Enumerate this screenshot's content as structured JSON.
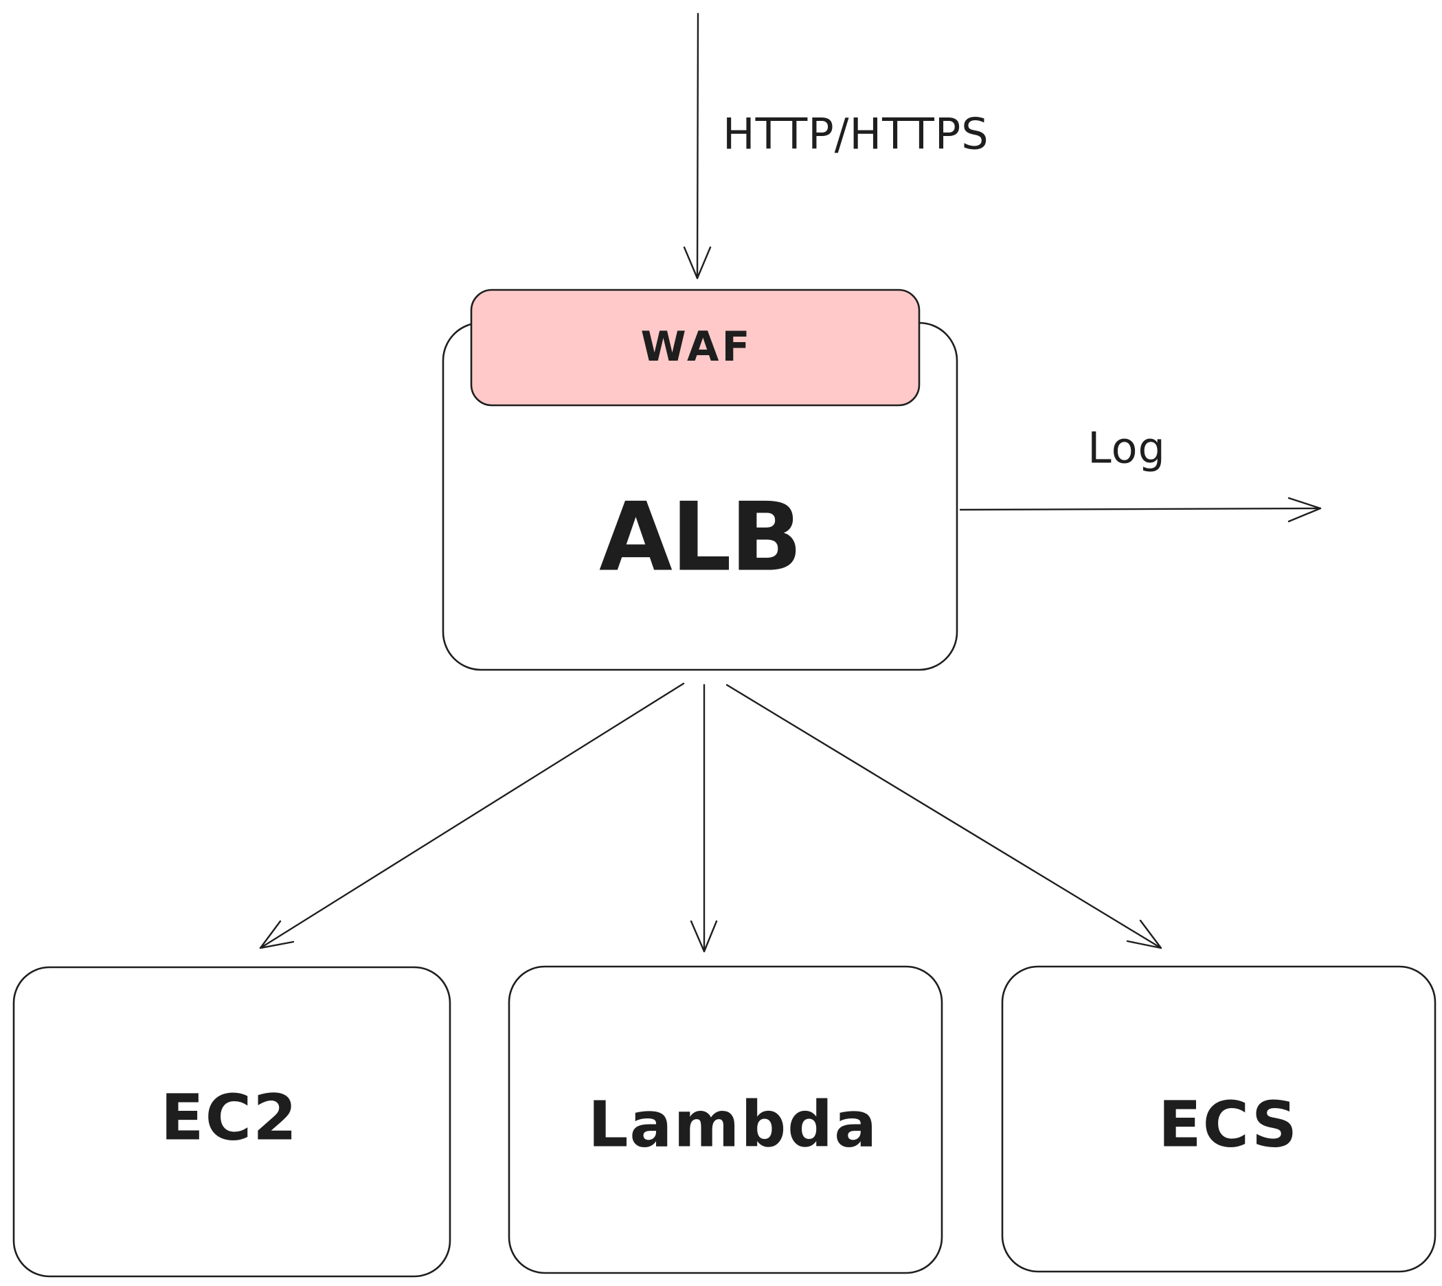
{
  "diagram": {
    "colors": {
      "stroke": "#1e1e1e",
      "background": "#ffffff",
      "waf_fill": "#ffc9c9"
    },
    "nodes": {
      "waf": {
        "label": "WAF"
      },
      "alb": {
        "label": "ALB"
      },
      "ec2": {
        "label": "EC2"
      },
      "lambda": {
        "label": "Lambda"
      },
      "ecs": {
        "label": "ECS"
      }
    },
    "edges": {
      "ingress": {
        "label": "HTTP/HTTPS",
        "from": "",
        "to": "alb"
      },
      "log": {
        "label": "Log",
        "from": "alb",
        "to": ""
      },
      "to_ec2": {
        "label": "",
        "from": "alb",
        "to": "ec2"
      },
      "to_lambda": {
        "label": "",
        "from": "alb",
        "to": "lambda"
      },
      "to_ecs": {
        "label": "",
        "from": "alb",
        "to": "ecs"
      }
    }
  }
}
